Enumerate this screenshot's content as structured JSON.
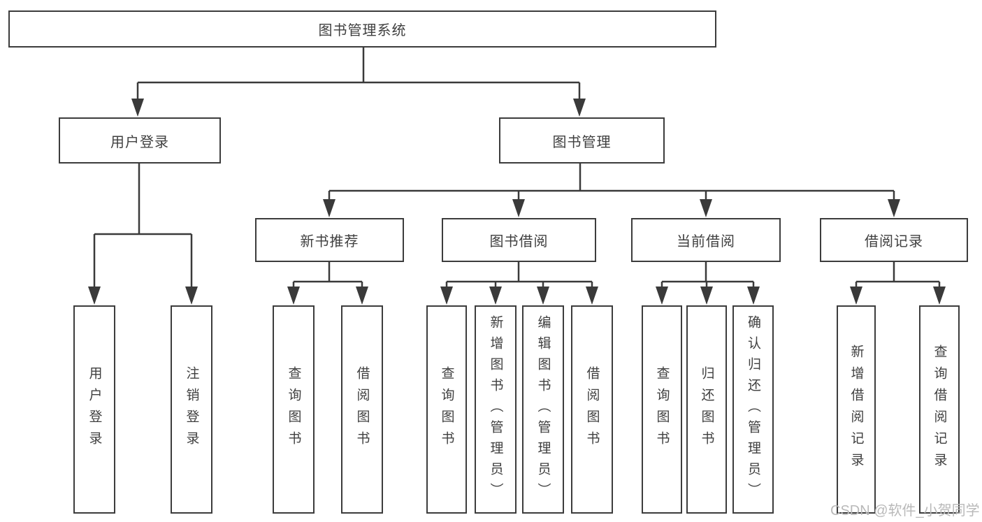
{
  "tree": {
    "root": {
      "label": "图书管理系统",
      "children": [
        {
          "label": "用户登录",
          "children": [
            {
              "label": "用户登录"
            },
            {
              "label": "注销登录"
            }
          ]
        },
        {
          "label": "图书管理",
          "children": [
            {
              "label": "新书推荐",
              "children": [
                {
                  "label": "查询图书"
                },
                {
                  "label": "借阅图书"
                }
              ]
            },
            {
              "label": "图书借阅",
              "children": [
                {
                  "label": "查询图书"
                },
                {
                  "label": "新增图书（管理员）"
                },
                {
                  "label": "编辑图书（管理员）"
                },
                {
                  "label": "借阅图书"
                }
              ]
            },
            {
              "label": "当前借阅",
              "children": [
                {
                  "label": "查询图书"
                },
                {
                  "label": "归还图书"
                },
                {
                  "label": "确认归还（管理员）"
                }
              ]
            },
            {
              "label": "借阅记录",
              "children": [
                {
                  "label": "新增借阅记录"
                },
                {
                  "label": "查询借阅记录"
                }
              ]
            }
          ]
        }
      ]
    }
  },
  "watermark": {
    "text": "CSDN @软件_小贺同学"
  },
  "colors": {
    "line": "#3a3a3a",
    "box_border": "#3c3c3c",
    "text": "#3f3f3f",
    "watermark": "#b9b9b9",
    "background": "#ffffff"
  }
}
